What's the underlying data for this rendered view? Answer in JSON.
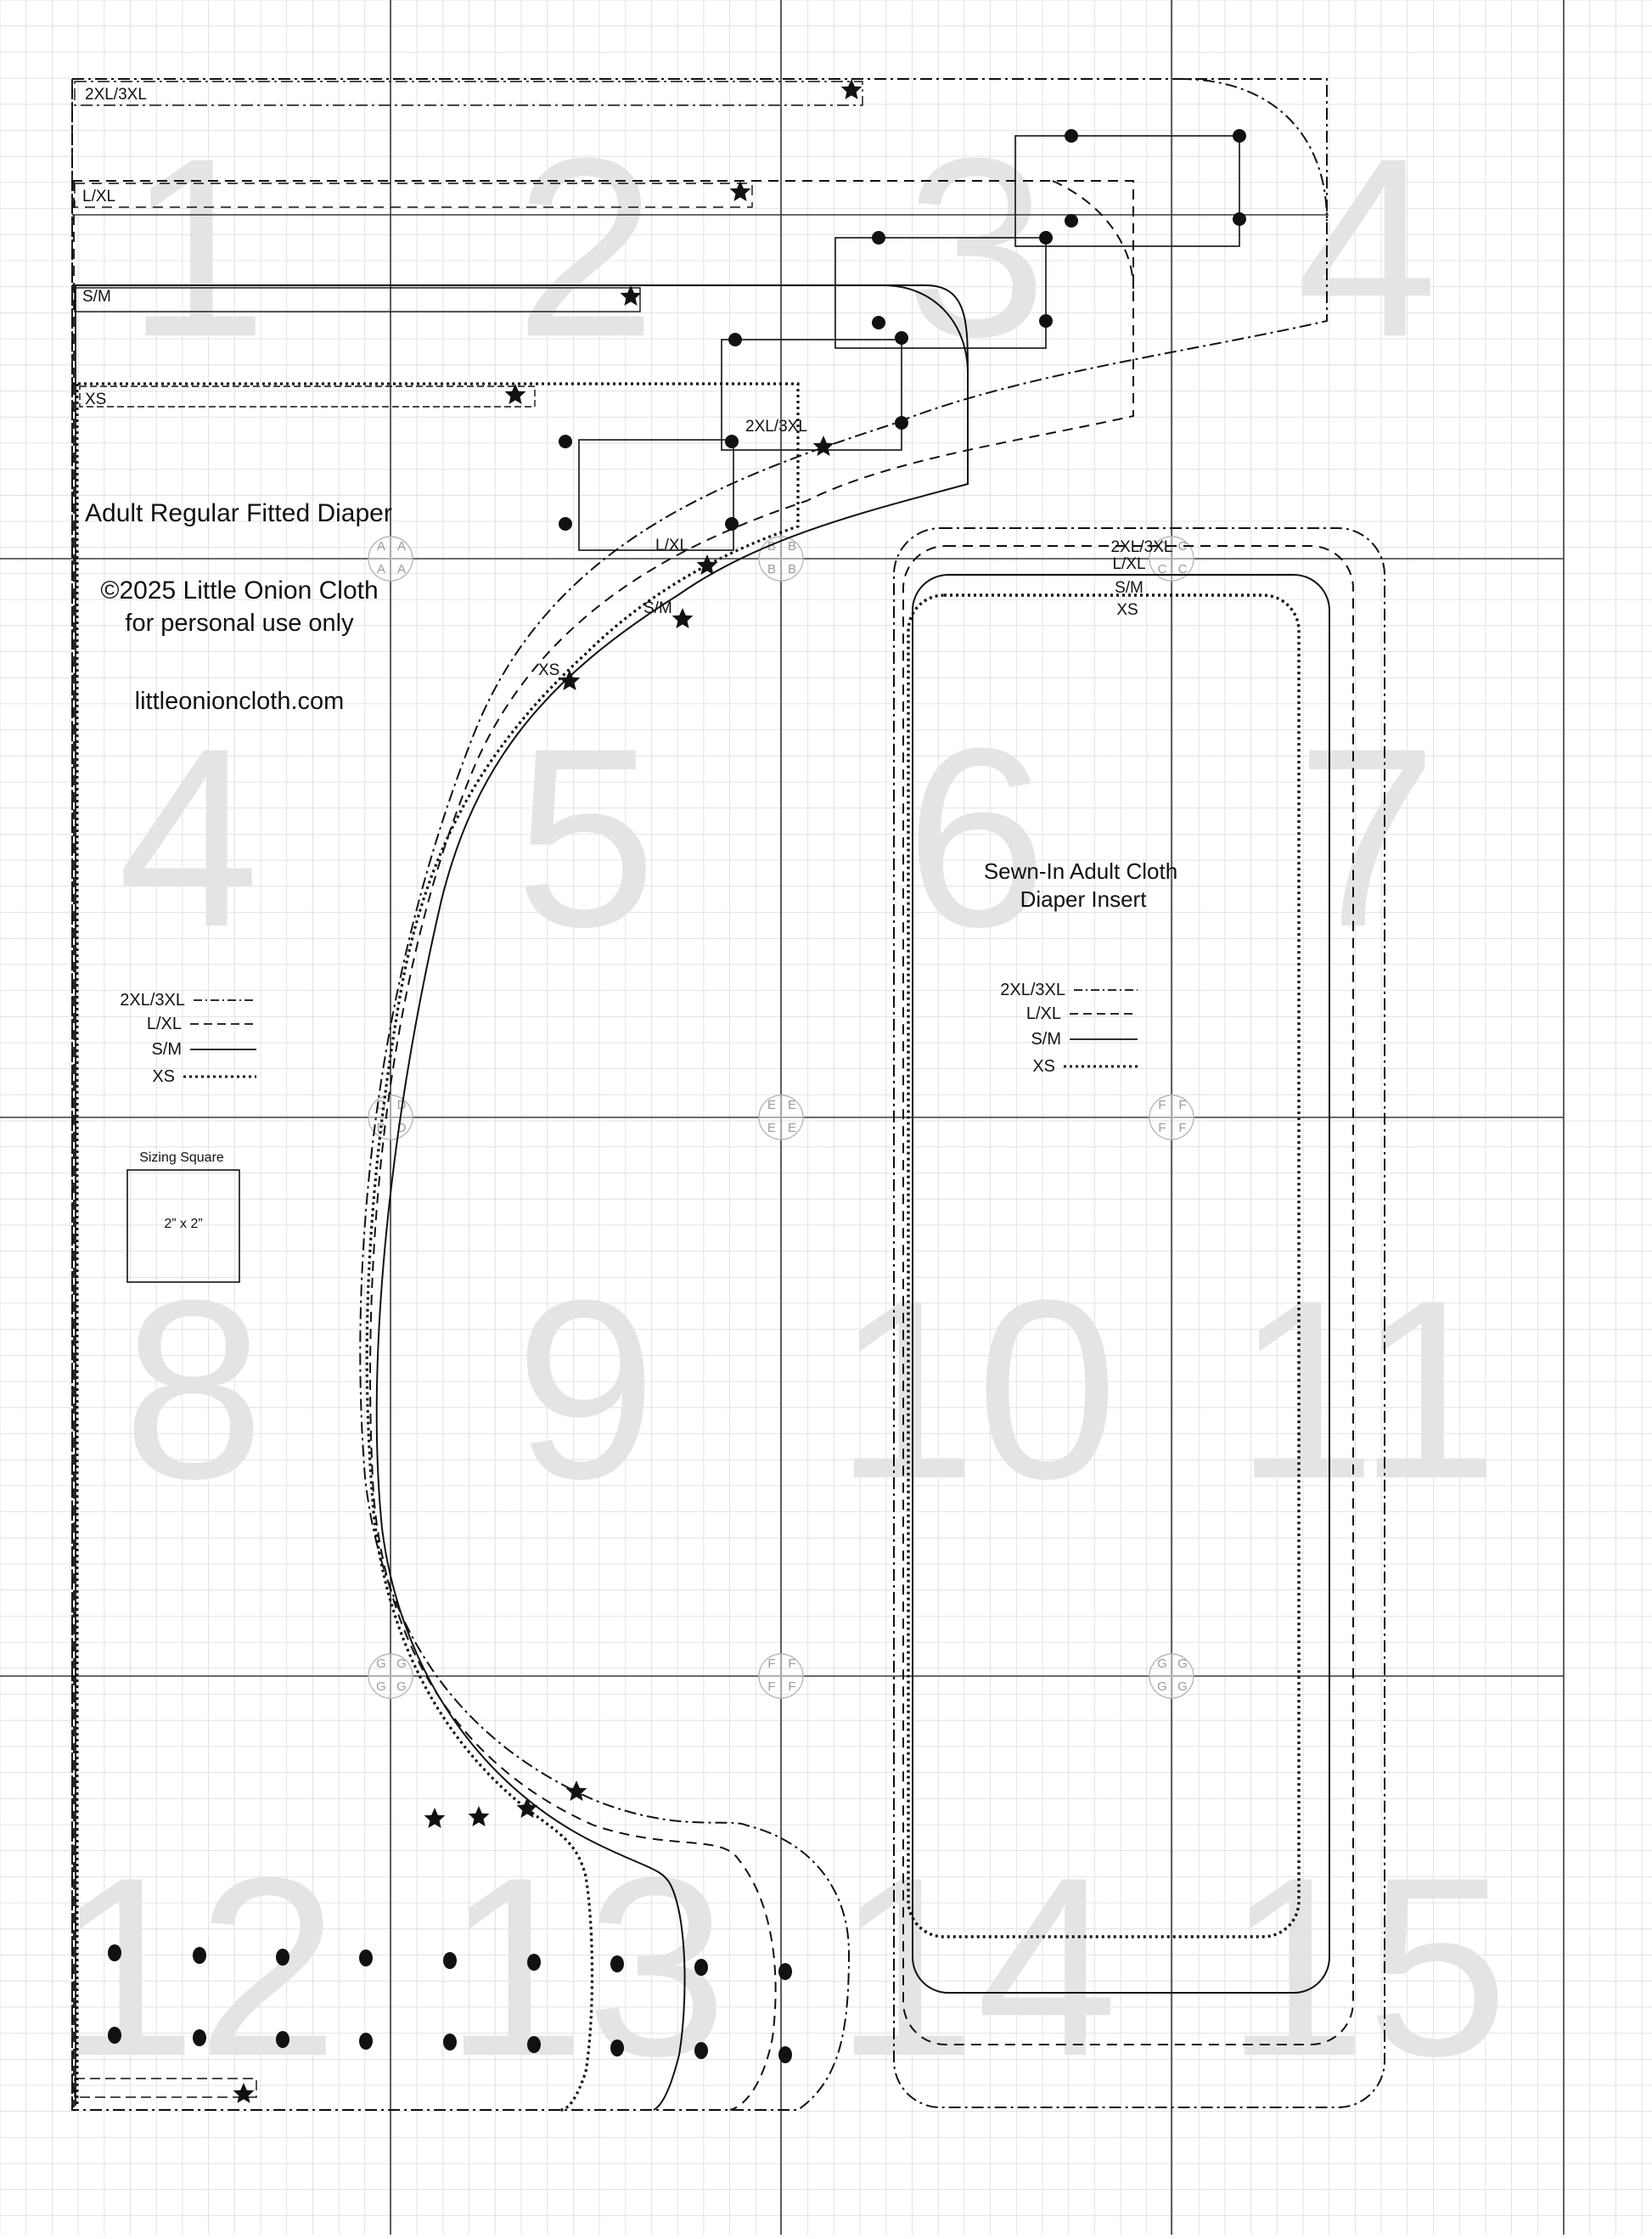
{
  "pattern": {
    "title": "Adult Regular Fitted Diaper",
    "copyright": "©2025 Little Onion Cloth",
    "usage_note": "for personal use only",
    "website": "littleonioncloth.com"
  },
  "insert": {
    "title_line1": "Sewn-In Adult Cloth",
    "title_line2": "Diaper Insert"
  },
  "page_numbers": [
    "1",
    "2",
    "3",
    "4",
    "4",
    "5",
    "6",
    "7",
    "8",
    "9",
    "10",
    "11",
    "12",
    "13",
    "14",
    "15"
  ],
  "size_labels": {
    "xxl": "2XL/3XL",
    "lxl": "L/XL",
    "sm": "S/M",
    "xs": "XS"
  },
  "legend": [
    {
      "label": "2XL/3XL",
      "line_style": "dash-dot"
    },
    {
      "label": "L/XL",
      "line_style": "dashed"
    },
    {
      "label": "S/M",
      "line_style": "solid"
    },
    {
      "label": "XS",
      "line_style": "dotted"
    }
  ],
  "sizing_square": {
    "title": "Sizing Square",
    "size_label": "2” x 2”"
  },
  "alignment_marks": {
    "a": "A",
    "b": "B",
    "c": "C",
    "d": "D",
    "e": "E",
    "f": "F",
    "g": "G"
  },
  "colors": {
    "ink": "#111111",
    "grid_minor": "#d6dde2",
    "grid_major": "#3a3a3a",
    "page_number": "#e3e4e6",
    "registration": "#b8b8b8"
  }
}
